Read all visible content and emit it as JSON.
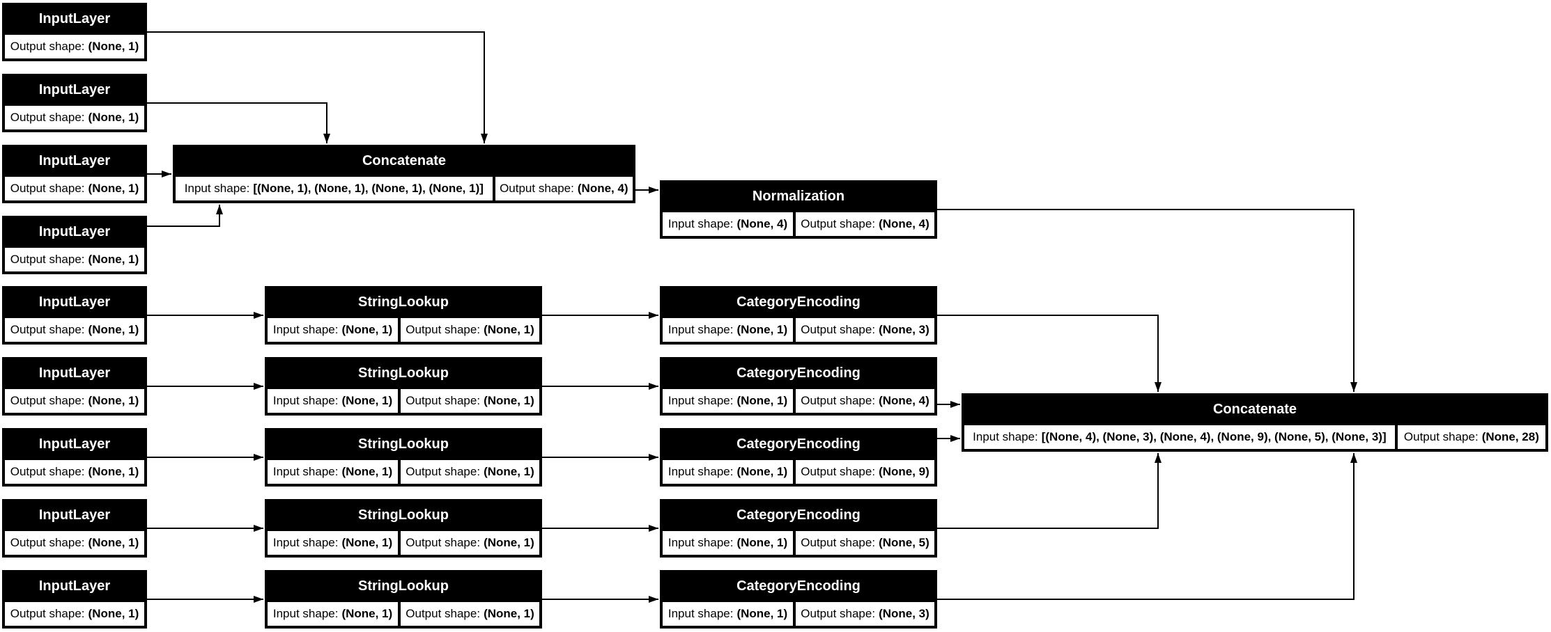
{
  "diagram": {
    "kind": "keras-model-architecture",
    "background_color": "#ffffff",
    "node_fill": "#000000",
    "node_title_color": "#ffffff",
    "cell_fill": "#ffffff",
    "cell_text_color": "#000000",
    "edge_color": "#000000"
  },
  "nodes": [
    {
      "id": "input_1",
      "title": "InputLayer",
      "cells": [
        {
          "label": "Output shape:",
          "value": "(None, 1)"
        }
      ]
    },
    {
      "id": "input_2",
      "title": "InputLayer",
      "cells": [
        {
          "label": "Output shape:",
          "value": "(None, 1)"
        }
      ]
    },
    {
      "id": "input_3",
      "title": "InputLayer",
      "cells": [
        {
          "label": "Output shape:",
          "value": "(None, 1)"
        }
      ]
    },
    {
      "id": "input_4",
      "title": "InputLayer",
      "cells": [
        {
          "label": "Output shape:",
          "value": "(None, 1)"
        }
      ]
    },
    {
      "id": "input_5",
      "title": "InputLayer",
      "cells": [
        {
          "label": "Output shape:",
          "value": "(None, 1)"
        }
      ]
    },
    {
      "id": "input_6",
      "title": "InputLayer",
      "cells": [
        {
          "label": "Output shape:",
          "value": "(None, 1)"
        }
      ]
    },
    {
      "id": "input_7",
      "title": "InputLayer",
      "cells": [
        {
          "label": "Output shape:",
          "value": "(None, 1)"
        }
      ]
    },
    {
      "id": "input_8",
      "title": "InputLayer",
      "cells": [
        {
          "label": "Output shape:",
          "value": "(None, 1)"
        }
      ]
    },
    {
      "id": "input_9",
      "title": "InputLayer",
      "cells": [
        {
          "label": "Output shape:",
          "value": "(None, 1)"
        }
      ]
    },
    {
      "id": "string_lookup_1",
      "title": "StringLookup",
      "cells": [
        {
          "label": "Input shape:",
          "value": "(None, 1)"
        },
        {
          "label": "Output shape:",
          "value": "(None, 1)"
        }
      ]
    },
    {
      "id": "string_lookup_2",
      "title": "StringLookup",
      "cells": [
        {
          "label": "Input shape:",
          "value": "(None, 1)"
        },
        {
          "label": "Output shape:",
          "value": "(None, 1)"
        }
      ]
    },
    {
      "id": "string_lookup_3",
      "title": "StringLookup",
      "cells": [
        {
          "label": "Input shape:",
          "value": "(None, 1)"
        },
        {
          "label": "Output shape:",
          "value": "(None, 1)"
        }
      ]
    },
    {
      "id": "string_lookup_4",
      "title": "StringLookup",
      "cells": [
        {
          "label": "Input shape:",
          "value": "(None, 1)"
        },
        {
          "label": "Output shape:",
          "value": "(None, 1)"
        }
      ]
    },
    {
      "id": "string_lookup_5",
      "title": "StringLookup",
      "cells": [
        {
          "label": "Input shape:",
          "value": "(None, 1)"
        },
        {
          "label": "Output shape:",
          "value": "(None, 1)"
        }
      ]
    },
    {
      "id": "category_encoding_1",
      "title": "CategoryEncoding",
      "cells": [
        {
          "label": "Input shape:",
          "value": "(None, 1)"
        },
        {
          "label": "Output shape:",
          "value": "(None, 3)"
        }
      ]
    },
    {
      "id": "category_encoding_2",
      "title": "CategoryEncoding",
      "cells": [
        {
          "label": "Input shape:",
          "value": "(None, 1)"
        },
        {
          "label": "Output shape:",
          "value": "(None, 4)"
        }
      ]
    },
    {
      "id": "category_encoding_3",
      "title": "CategoryEncoding",
      "cells": [
        {
          "label": "Input shape:",
          "value": "(None, 1)"
        },
        {
          "label": "Output shape:",
          "value": "(None, 9)"
        }
      ]
    },
    {
      "id": "category_encoding_4",
      "title": "CategoryEncoding",
      "cells": [
        {
          "label": "Input shape:",
          "value": "(None, 1)"
        },
        {
          "label": "Output shape:",
          "value": "(None, 5)"
        }
      ]
    },
    {
      "id": "category_encoding_5",
      "title": "CategoryEncoding",
      "cells": [
        {
          "label": "Input shape:",
          "value": "(None, 1)"
        },
        {
          "label": "Output shape:",
          "value": "(None, 3)"
        }
      ]
    },
    {
      "id": "concatenate_1",
      "title": "Concatenate",
      "cells": [
        {
          "label": "Input shape:",
          "value": "[(None, 1), (None, 1), (None, 1), (None, 1)]"
        },
        {
          "label": "Output shape:",
          "value": "(None, 4)"
        }
      ]
    },
    {
      "id": "normalization",
      "title": "Normalization",
      "cells": [
        {
          "label": "Input shape:",
          "value": "(None, 4)"
        },
        {
          "label": "Output shape:",
          "value": "(None, 4)"
        }
      ]
    },
    {
      "id": "concatenate_2",
      "title": "Concatenate",
      "cells": [
        {
          "label": "Input shape:",
          "value": "[(None, 4), (None, 3), (None, 4), (None, 9), (None, 5), (None, 3)]"
        },
        {
          "label": "Output shape:",
          "value": "(None, 28)"
        }
      ]
    }
  ],
  "edges": [
    {
      "from": "input_1",
      "to": "concatenate_1"
    },
    {
      "from": "input_2",
      "to": "concatenate_1"
    },
    {
      "from": "input_3",
      "to": "concatenate_1"
    },
    {
      "from": "input_4",
      "to": "concatenate_1"
    },
    {
      "from": "concatenate_1",
      "to": "normalization"
    },
    {
      "from": "normalization",
      "to": "concatenate_2"
    },
    {
      "from": "input_5",
      "to": "string_lookup_1"
    },
    {
      "from": "input_6",
      "to": "string_lookup_2"
    },
    {
      "from": "input_7",
      "to": "string_lookup_3"
    },
    {
      "from": "input_8",
      "to": "string_lookup_4"
    },
    {
      "from": "input_9",
      "to": "string_lookup_5"
    },
    {
      "from": "string_lookup_1",
      "to": "category_encoding_1"
    },
    {
      "from": "string_lookup_2",
      "to": "category_encoding_2"
    },
    {
      "from": "string_lookup_3",
      "to": "category_encoding_3"
    },
    {
      "from": "string_lookup_4",
      "to": "category_encoding_4"
    },
    {
      "from": "string_lookup_5",
      "to": "category_encoding_5"
    },
    {
      "from": "category_encoding_1",
      "to": "concatenate_2"
    },
    {
      "from": "category_encoding_2",
      "to": "concatenate_2"
    },
    {
      "from": "category_encoding_3",
      "to": "concatenate_2"
    },
    {
      "from": "category_encoding_4",
      "to": "concatenate_2"
    },
    {
      "from": "category_encoding_5",
      "to": "concatenate_2"
    }
  ]
}
